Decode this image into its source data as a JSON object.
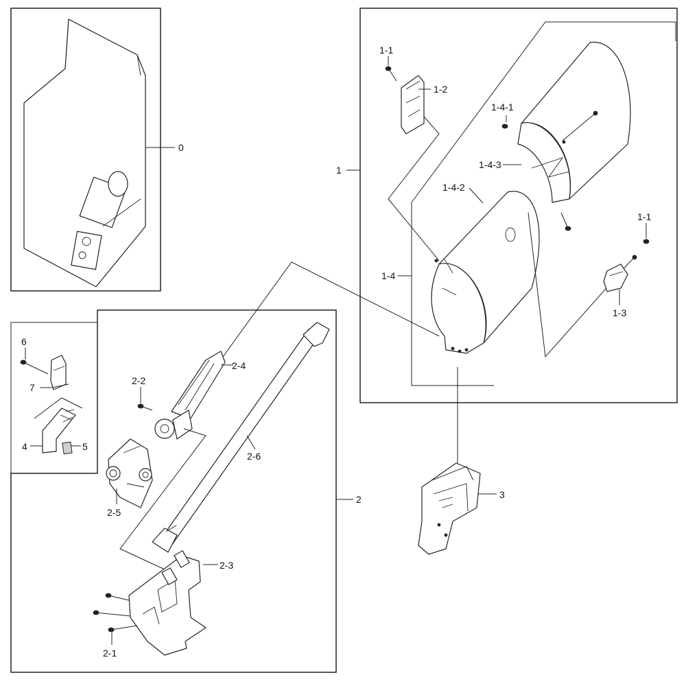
{
  "labels": {
    "l0": "0",
    "l1": "1",
    "l1_1_top": "1-1",
    "l1_2": "1-2",
    "l1_4_1": "1-4-1",
    "l1_4_3": "1-4-3",
    "l1_4_2": "1-4-2",
    "l1_4": "1-4",
    "l1_1_right": "1-1",
    "l1_3": "1-3",
    "l2": "2",
    "l2_1": "2-1",
    "l2_2": "2-2",
    "l2_3": "2-3",
    "l2_4": "2-4",
    "l2_5": "2-5",
    "l2_6": "2-6",
    "l3": "3",
    "l4": "4",
    "l5": "5",
    "l6": "6",
    "l7": "7"
  },
  "colors": {
    "line": "#222222",
    "background": "#ffffff"
  }
}
